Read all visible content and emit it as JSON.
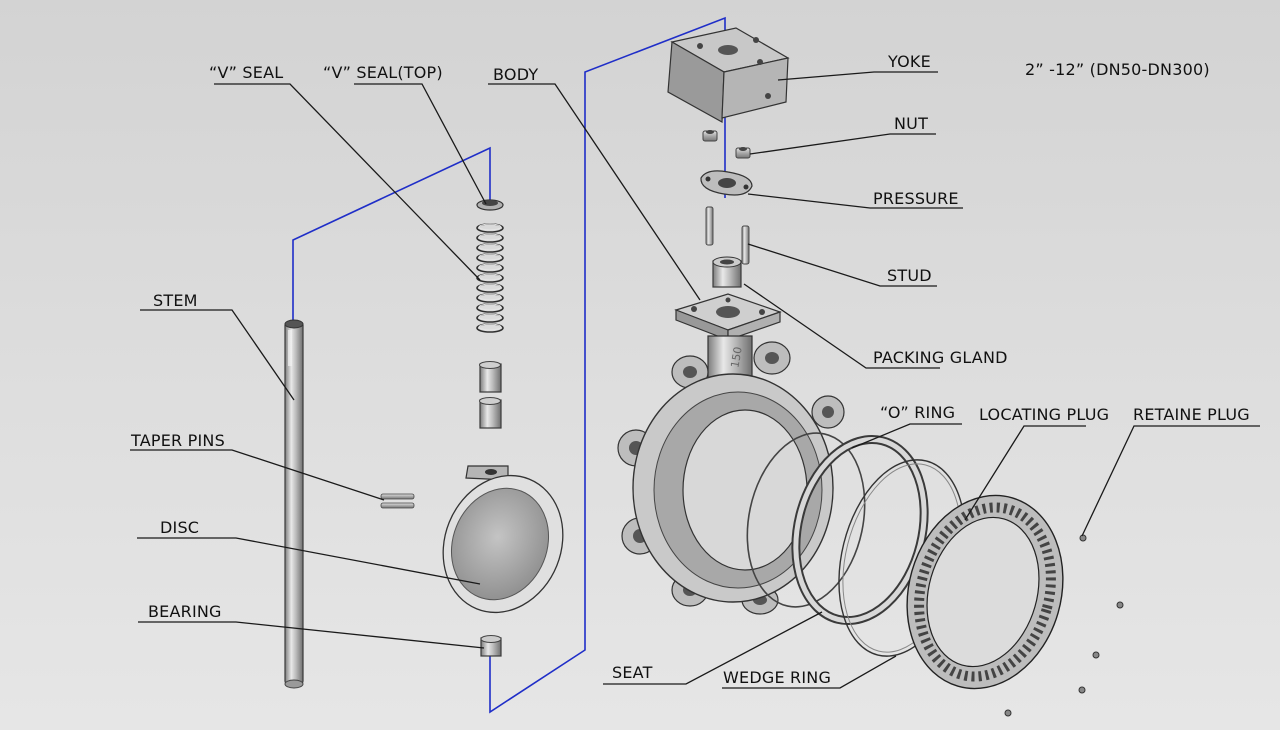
{
  "labels": {
    "v_seal": "“V” SEAL",
    "v_seal_top": "“V” SEAL(TOP)",
    "body": "BODY",
    "yoke": "YOKE",
    "size_range": "2” -12” (DN50-DN300)",
    "nut": "NUT",
    "pressure": "PRESSURE",
    "stud": "STUD",
    "packing_gland": "PACKING GLAND",
    "stem": "STEM",
    "taper_pins": "TAPER PINS",
    "o_ring": "“O” RING",
    "locating_plug": "LOCATING PLUG",
    "retaine_plug": "RETAINE PLUG",
    "disc": "DISC",
    "bearing": "BEARING",
    "seat": "SEAT",
    "wedge_ring": "WEDGE RING"
  },
  "body_markings": {
    "pressure_class": "150"
  },
  "colors": {
    "background": "#d6d6d6",
    "axis_line": "#1f2ec8",
    "leader_line": "#1a1a1a",
    "label_text": "#111111"
  }
}
